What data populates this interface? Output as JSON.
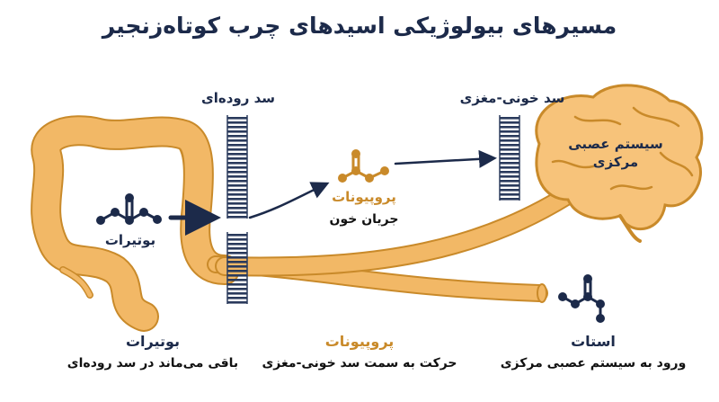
{
  "title": "مسیرهای بیولوژیکی اسیدهای چرب کوتاه‌زنجیر",
  "labels": {
    "gut_barrier": "سد روده‌ای",
    "bbb": "سد خونی-مغزی",
    "cns": "سیستم عصبی مرکزی",
    "propionate_mol": "پروپیونات",
    "bloodstream": "جریان خون",
    "butyrate_mol": "بوتیرات"
  },
  "bottom": {
    "butyrate": {
      "name": "بوتیرات",
      "desc": "باقی می‌ماند در سد روده‌ای"
    },
    "propionate": {
      "name": "پروپیونات",
      "desc": "حرکت به سمت سد خونی-مغزی"
    },
    "acetate": {
      "name": "استات",
      "desc": "ورود به سیستم عصبی مرکزی"
    }
  },
  "colors": {
    "navy": "#1c2a4a",
    "orange": "#f2b866",
    "orange_dark": "#c98a2a",
    "brain_fill": "#f7c37a",
    "barrier": "#2a3a5c"
  }
}
